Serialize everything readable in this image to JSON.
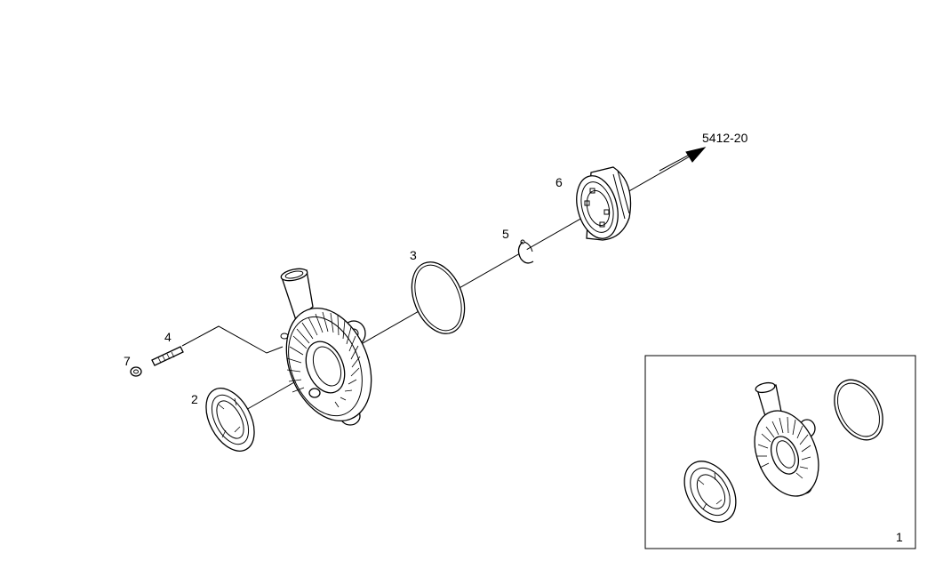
{
  "diagram": {
    "ref_arrow_label": "5412-20",
    "callouts": {
      "p1": "1",
      "p2": "2",
      "p3": "3",
      "p4": "4",
      "p5": "5",
      "p6": "6",
      "p7": "7"
    }
  }
}
